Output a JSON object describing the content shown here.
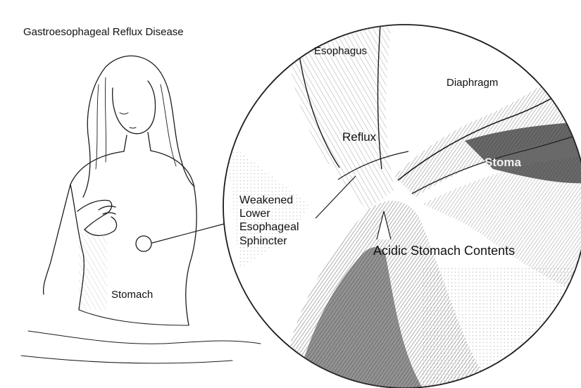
{
  "title": "Gastroesophageal Reflux Disease",
  "labels": {
    "esophagus": "Esophagus",
    "diaphragm": "Diaphragm",
    "reflux": "Reflux",
    "stomach_cut": "Stoma",
    "weakened_les": "Weakened Lower Esophageal Sphincter",
    "acidic_contents": "Acidic Stomach Contents",
    "stomach": "Stomach"
  },
  "colors": {
    "ink": "#141414",
    "paper": "#ffffff",
    "shade": "#8a8a8a",
    "dark": "#3a3a3a"
  }
}
